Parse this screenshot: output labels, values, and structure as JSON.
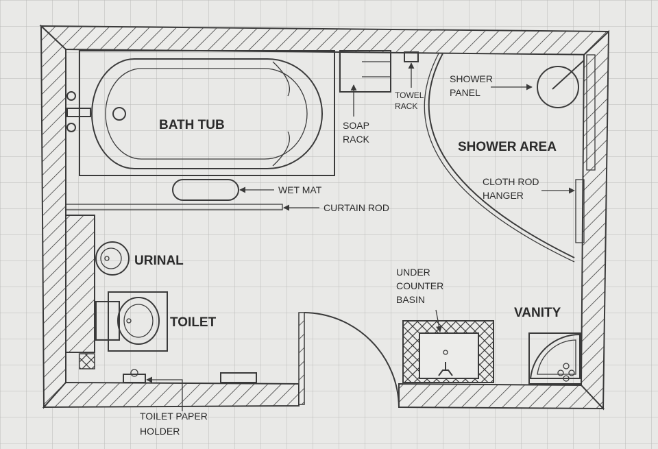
{
  "labels": {
    "bath_tub": "BATH TUB",
    "soap_rack_1": "SOAP",
    "soap_rack_2": "RACK",
    "towel_rack_1": "TOWEL",
    "towel_rack_2": "RACK",
    "shower_panel_1": "SHOWER",
    "shower_panel_2": "PANEL",
    "shower_area": "SHOWER AREA",
    "wet_mat": "WET MAT",
    "curtain_rod": "CURTAIN ROD",
    "cloth_rod_1": "CLOTH ROD",
    "cloth_rod_2": "HANGER",
    "urinal": "URINAL",
    "toilet": "TOILET",
    "basin_1": "UNDER",
    "basin_2": "COUNTER",
    "basin_3": "BASIN",
    "vanity": "VANITY",
    "toilet_paper_1": "TOILET PAPER",
    "toilet_paper_2": "HOLDER"
  },
  "colors": {
    "background": "#e9e9e7",
    "grid": "#b9b9b7",
    "ink": "#3a3a3a"
  }
}
